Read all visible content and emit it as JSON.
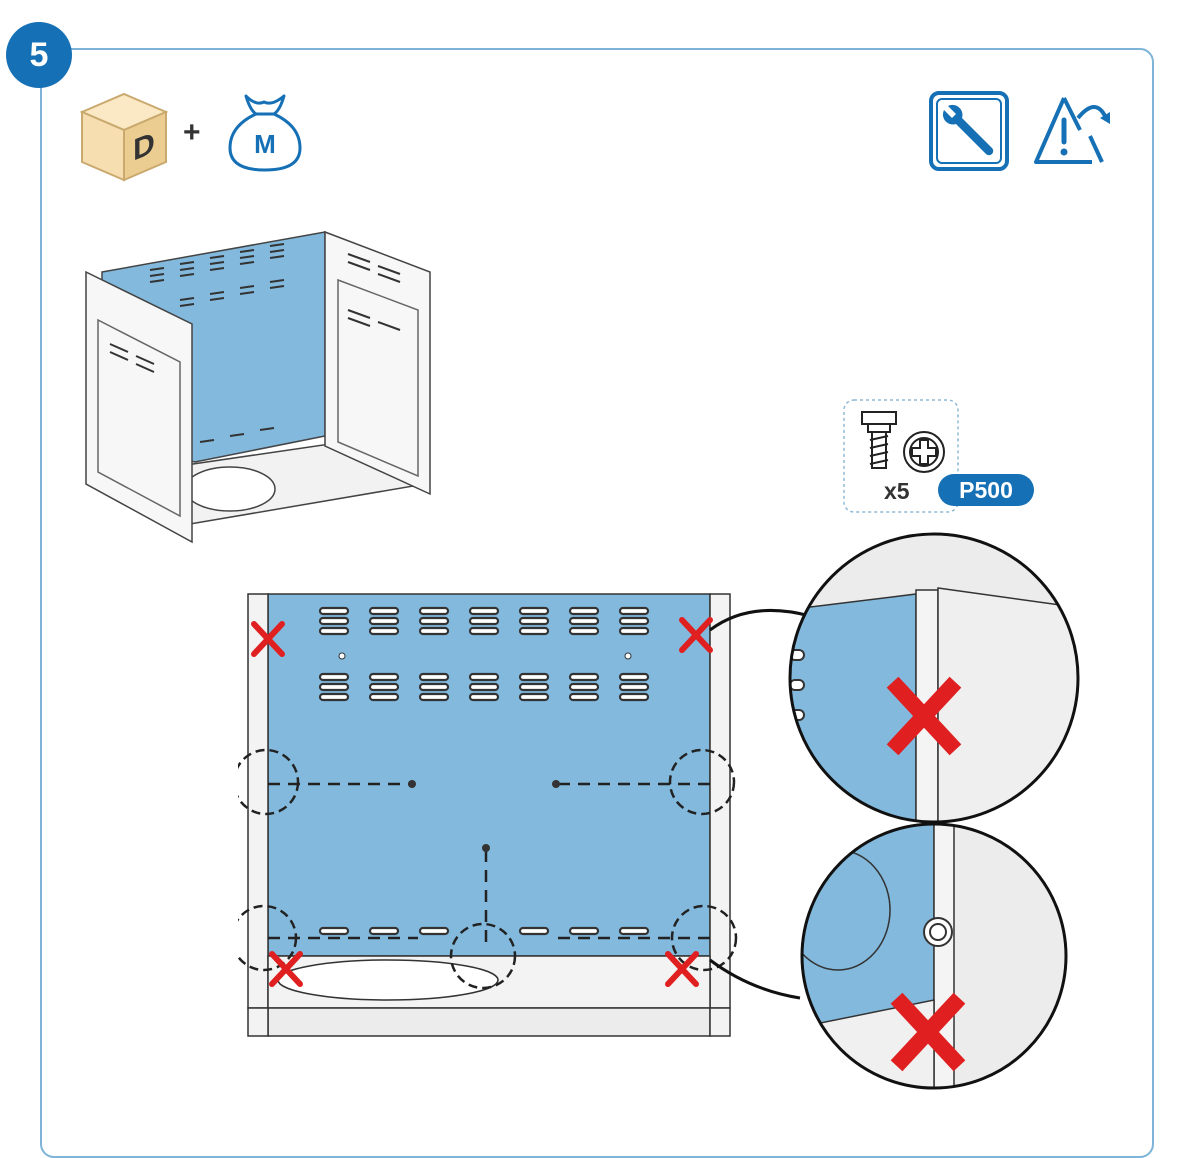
{
  "step": {
    "number": "5"
  },
  "header": {
    "box_label": "D",
    "plus": "+",
    "bag_label": "M",
    "icons": [
      "wrench-tool-icon",
      "warning-rotate-icon"
    ]
  },
  "hardware": {
    "count": "x5",
    "part_code": "P500"
  },
  "colors": {
    "accent_blue": "#1670b5",
    "panel_blue": "#82b9dd",
    "frame_border": "#7db4d8",
    "warning_red": "#e02020",
    "box_fill": "#f6deb0"
  }
}
